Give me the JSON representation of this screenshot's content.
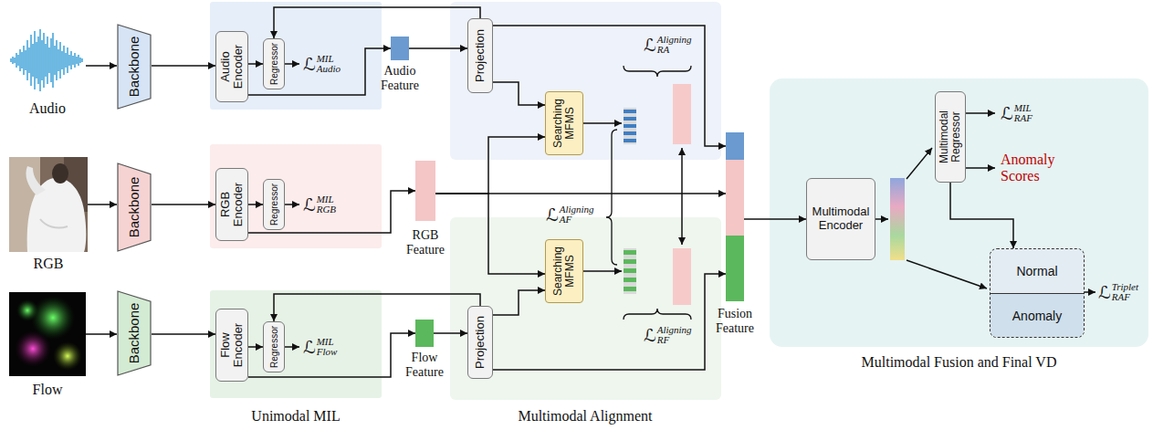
{
  "diagram": {
    "nodes": [
      {
        "text": [
          "Audio"
        ]
      },
      {
        "text": [
          "Backbone"
        ]
      },
      {
        "text": [
          "Audio Encoder"
        ]
      },
      {
        "text": [
          "Regressor"
        ]
      },
      {
        "text": [
          "Audio Feature"
        ]
      },
      {
        "text": [
          "Projection"
        ]
      },
      {
        "text": [
          "Searching MFMS"
        ]
      },
      {
        "text": [
          "RGB"
        ]
      },
      {
        "text": [
          "Backbone"
        ]
      },
      {
        "text": [
          "RGB Encoder"
        ]
      },
      {
        "text": [
          "Regressor"
        ]
      },
      {
        "text": [
          "RGB Feature"
        ]
      },
      {
        "text": [
          "Fusion Feature"
        ]
      },
      {
        "text": [
          "Multimodal Fusion and Final VD"
        ]
      },
      {
        "text": [
          "Multimodal Encoder"
        ],
        "in": 13
      },
      {
        "text": [
          "Multimodal Regressor"
        ],
        "in": 13
      },
      {
        "text": [
          "Normal",
          "Anomaly"
        ],
        "in": 13
      },
      {
        "text": [
          "Flow"
        ]
      },
      {
        "text": [
          "Backbone"
        ]
      },
      {
        "text": [
          "Flow Encoder"
        ]
      },
      {
        "text": [
          "Regressor"
        ]
      },
      {
        "text": [
          "Flow Feature"
        ]
      },
      {
        "text": [
          "Projection"
        ]
      },
      {
        "text": [
          "Searching MFMS"
        ]
      }
    ],
    "edges": [
      {
        "from": 0,
        "to": 1,
        "arrow": "to"
      },
      {
        "from": 1,
        "to": 2,
        "arrow": "to"
      },
      {
        "from": 2,
        "to": 3,
        "arrow": "to"
      },
      {
        "from": 2,
        "to": 4,
        "arrow": "to"
      },
      {
        "from": 4,
        "to": 5,
        "arrow": "to"
      },
      {
        "from": 5,
        "to": 3,
        "arrow": "to"
      },
      {
        "from": 5,
        "to": 6,
        "arrow": "to"
      },
      {
        "from": 5,
        "to": 12,
        "arrow": "to"
      },
      {
        "from": 7,
        "to": 8,
        "arrow": "to"
      },
      {
        "from": 8,
        "to": 9,
        "arrow": "to"
      },
      {
        "from": 9,
        "to": 10,
        "arrow": "to"
      },
      {
        "from": 9,
        "to": 11,
        "arrow": "to"
      },
      {
        "from": 11,
        "to": 6,
        "arrow": "to"
      },
      {
        "from": 11,
        "to": 23,
        "arrow": "to"
      },
      {
        "from": 11,
        "to": 12,
        "arrow": "to"
      },
      {
        "from": 17,
        "to": 18,
        "arrow": "to"
      },
      {
        "from": 18,
        "to": 19,
        "arrow": "to"
      },
      {
        "from": 19,
        "to": 20,
        "arrow": "to"
      },
      {
        "from": 19,
        "to": 21,
        "arrow": "to"
      },
      {
        "from": 21,
        "to": 22,
        "arrow": "to"
      },
      {
        "from": 22,
        "to": 20,
        "arrow": "to"
      },
      {
        "from": 22,
        "to": 23,
        "arrow": "to"
      },
      {
        "from": 22,
        "to": 12,
        "arrow": "to"
      },
      {
        "from": 12,
        "to": 14,
        "arrow": "to"
      },
      {
        "from": 15,
        "to": 16,
        "arrow": "to"
      }
    ],
    "labels": [
      "ℒ",
      "MIL",
      "Audio",
      "ℒ",
      "Aligning",
      "RA",
      "ℒ",
      "MIL",
      "RAF",
      "Anomaly Scores",
      "ℒ",
      "MIL",
      "RGB",
      "ℒ",
      "Aligning",
      "AF",
      "ℒ",
      "Triplet",
      "RAF",
      "ℒ",
      "MIL",
      "Flow",
      "ℒ",
      "Aligning",
      "RF",
      "Unimodal MIL",
      "Multimodal Alignment"
    ]
  }
}
